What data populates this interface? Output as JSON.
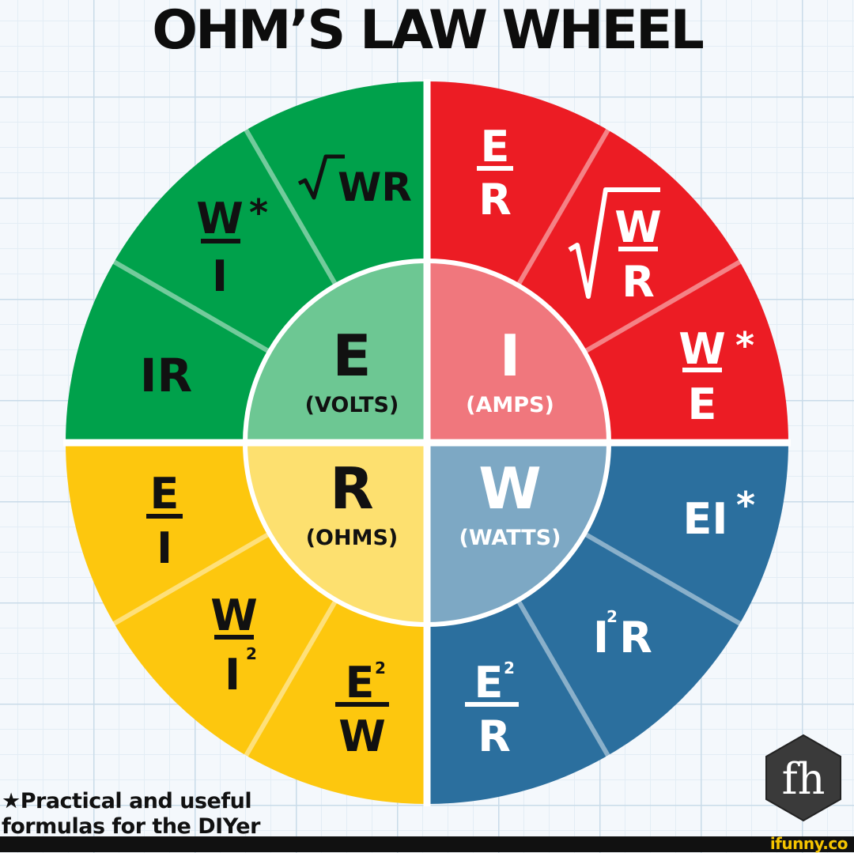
{
  "title": "OHM’S LAW WHEEL",
  "center": {
    "volts": {
      "letter": "E",
      "unit": "(VOLTS)"
    },
    "amps": {
      "letter": "I",
      "unit": "(AMPS)"
    },
    "ohms": {
      "letter": "R",
      "unit": "(OHMS)"
    },
    "watts": {
      "letter": "W",
      "unit": "(WATTS)"
    }
  },
  "formulas": {
    "volts": {
      "f1_num": "W",
      "f1_den": "I",
      "f1_star": "*",
      "f2": "WR",
      "f3": "IR"
    },
    "amps": {
      "f1_num": "E",
      "f1_den": "R",
      "f2_num": "W",
      "f2_den": "R",
      "f3_num": "W",
      "f3_den": "E",
      "f3_star": "*"
    },
    "ohms": {
      "f1_num": "E",
      "f1_den": "I",
      "f2_num": "W",
      "f2_den": "I",
      "f2_exp": "2",
      "f3_num": "E",
      "f3_exp": "2",
      "f3_den": "W"
    },
    "watts": {
      "f1": "EI",
      "f1_star": "*",
      "f2_base": "I",
      "f2_exp": "2",
      "f2_tail": "R",
      "f3_num": "E",
      "f3_exp": "2",
      "f3_den": "R"
    }
  },
  "colors": {
    "volts_outer": "#00a14b",
    "volts_inner": "#6dc793",
    "amps_outer": "#ec1c24",
    "amps_inner": "#f0777d",
    "ohms_outer": "#fdc70e",
    "ohms_inner": "#fde06f",
    "watts_outer": "#2b6f9e",
    "watts_inner": "#7da8c4"
  },
  "footnote": {
    "star": "★",
    "line1": "Practical and useful",
    "line2": "formulas for the DIYer"
  },
  "logo": {
    "text": "fh"
  },
  "watermark": "ifunny.co"
}
